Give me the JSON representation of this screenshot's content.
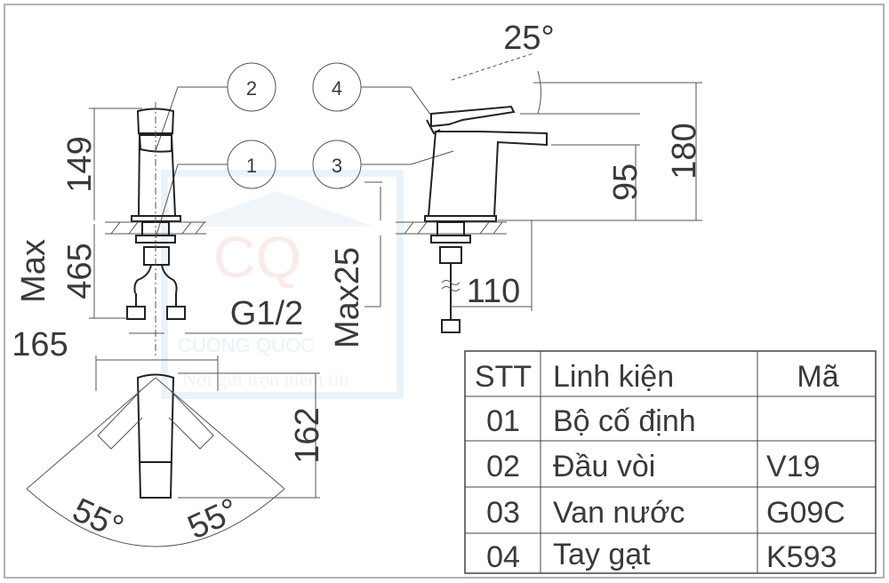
{
  "callouts": [
    "1",
    "2",
    "3",
    "4"
  ],
  "dimensions": {
    "height_front": "149",
    "max_label": "Max",
    "max_hose": "465",
    "thread": "G1/2",
    "max_deck": "Max25",
    "spread": "165",
    "lever_angle": "25°",
    "total_height": "180",
    "spout_height": "95",
    "spout_reach": "110",
    "top_depth": "162",
    "swing_left": "55°",
    "swing_right": "55°"
  },
  "watermark": {
    "brand": "CUONG QUOC",
    "slogan": "Nơi gửi trọn niềm tin",
    "logo": "CQ"
  },
  "table": {
    "headers": [
      "STT",
      "Linh kiện",
      "Mã"
    ],
    "rows": [
      [
        "01",
        "Bộ cố định",
        ""
      ],
      [
        "02",
        "Đầu vòi",
        "V19"
      ],
      [
        "03",
        "Van nước",
        "G09C"
      ],
      [
        "04",
        "Tay gạt",
        "K593"
      ]
    ]
  }
}
